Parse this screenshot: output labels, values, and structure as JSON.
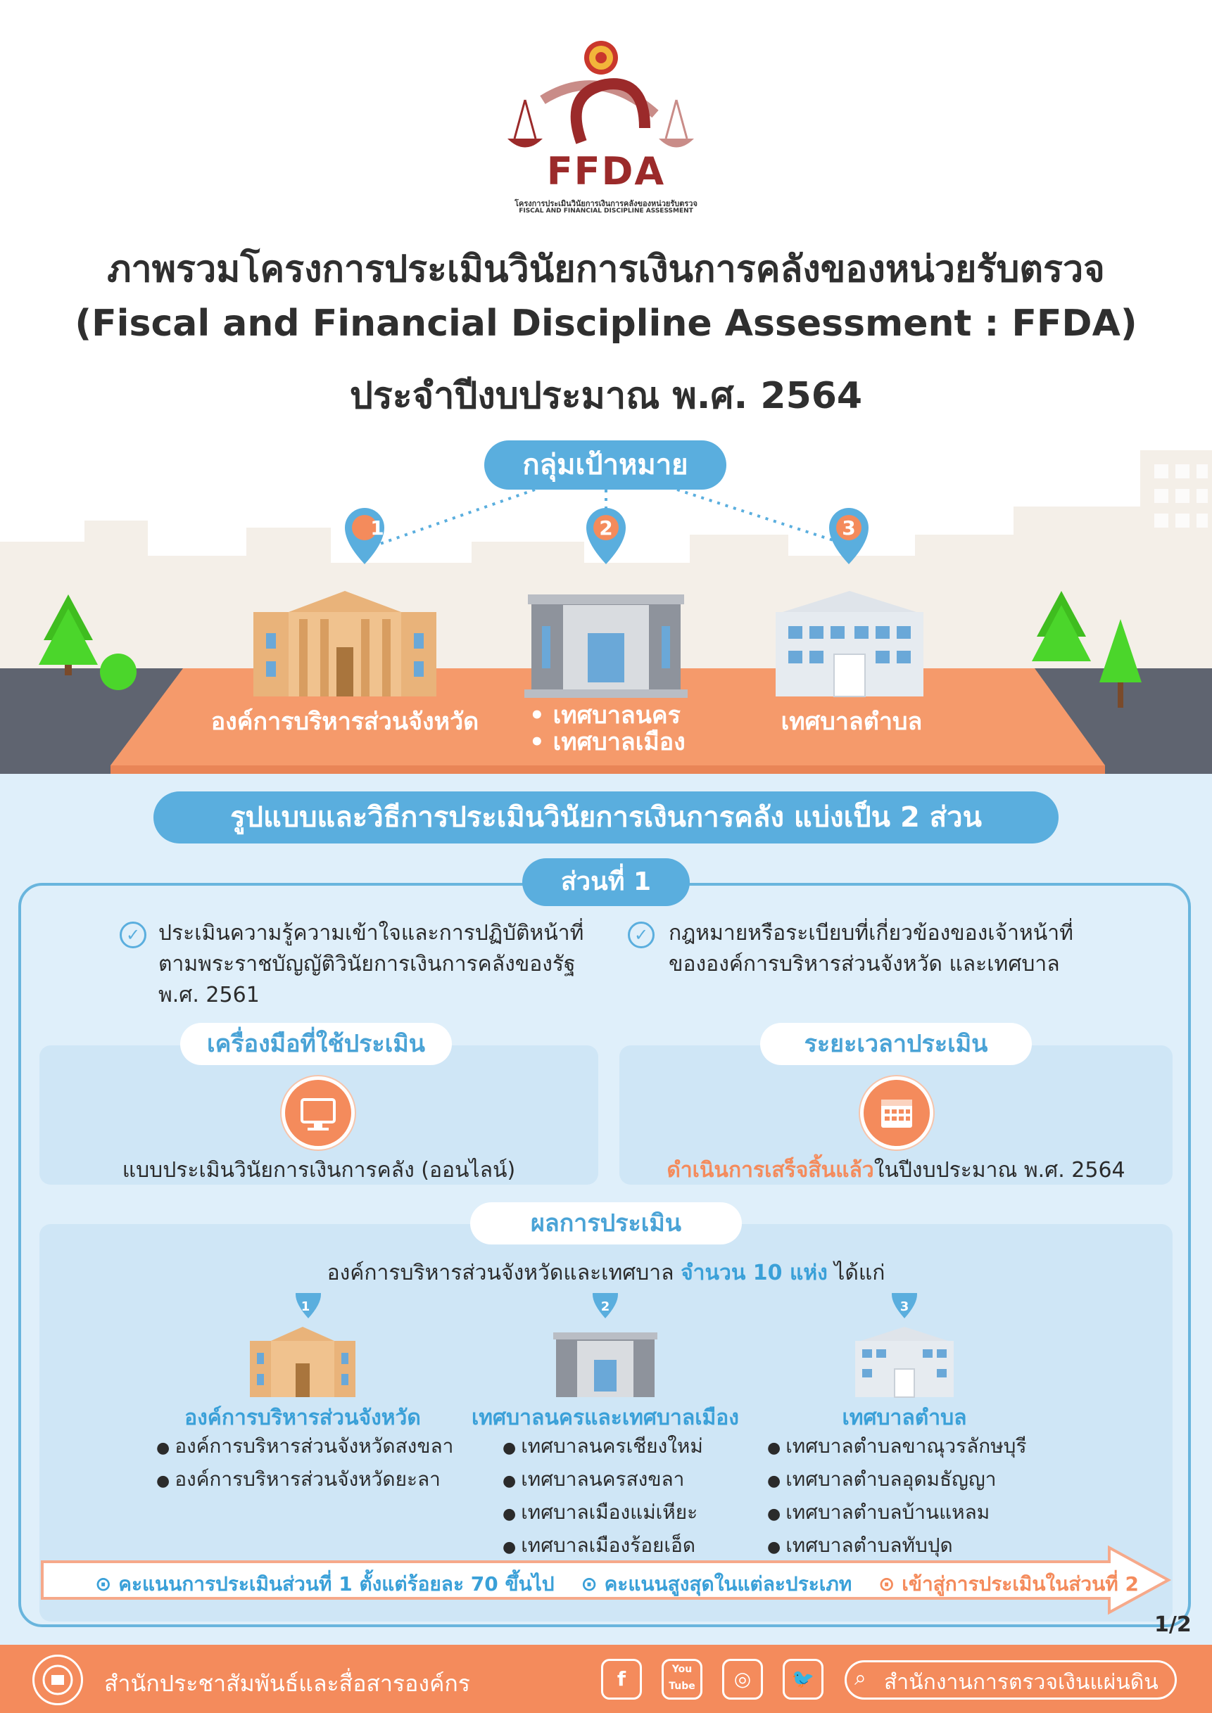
{
  "logo": {
    "abbr": "FFDA",
    "thai_caption": "โครงการประเมินวินัยการเงินการคลังของหน่วยรับตรวจ",
    "eng_caption": "FISCAL AND FINANCIAL DISCIPLINE ASSESSMENT"
  },
  "header": {
    "line1": "ภาพรวมโครงการประเมินวินัยการเงินการคลังของหน่วยรับตรวจ",
    "line2": "(Fiscal and Financial Discipline Assessment : FFDA)",
    "line3": "ประจำปีงบประมาณ พ.ศ. 2564"
  },
  "targets": {
    "title": "กลุ่มเป้าหมาย",
    "items": [
      {
        "num": "1",
        "label": "องค์การบริหารส่วนจังหวัด"
      },
      {
        "num": "2",
        "label_a": "• เทศบาลนคร",
        "label_b": "• เทศบาลเมือง"
      },
      {
        "num": "3",
        "label": "เทศบาลตำบล"
      }
    ]
  },
  "method": {
    "title": "รูปแบบและวิธีการประเมินวินัยการเงินการคลัง แบ่งเป็น 2 ส่วน",
    "part_label": "ส่วนที่ 1",
    "point1": [
      "ประเมินความรู้ความเข้าใจและการปฏิบัติหน้าที่",
      "ตามพระราชบัญญัติวินัยการเงินการคลังของรัฐ",
      "พ.ศ. 2561"
    ],
    "point2": [
      "กฎหมายหรือระเบียบที่เกี่ยวข้องของเจ้าหน้าที่",
      "ขององค์การบริหารส่วนจังหวัด และเทศบาล"
    ],
    "tool_title": "เครื่องมือที่ใช้ประเมิน",
    "tool_text": "แบบประเมินวินัยการเงินการคลัง (ออนไลน์)",
    "period_title": "ระยะเวลาประเมิน",
    "period_highlight": "ดำเนินการเสร็จสิ้นแล้ว",
    "period_rest": "ในปีงบประมาณ พ.ศ. 2564"
  },
  "results": {
    "title": "ผลการประเมิน",
    "intro_a": "องค์การบริหารส่วนจังหวัดและเทศบาล ",
    "intro_b": "จำนวน 10 แห่ง",
    "intro_c": " ได้แก่",
    "columns": [
      {
        "num": "1",
        "title": "องค์การบริหารส่วนจังหวัด",
        "items": [
          "องค์การบริหารส่วนจังหวัดสงขลา",
          "องค์การบริหารส่วนจังหวัดยะลา"
        ]
      },
      {
        "num": "2",
        "title": "เทศบาลนครและเทศบาลเมือง",
        "items": [
          "เทศบาลนครเชียงใหม่",
          "เทศบาลนครสงขลา",
          "เทศบาลเมืองแม่เหียะ",
          "เทศบาลเมืองร้อยเอ็ด"
        ]
      },
      {
        "num": "3",
        "title": "เทศบาลตำบล",
        "items": [
          "เทศบาลตำบลขาณุวรลักษบุรี",
          "เทศบาลตำบลอุดมธัญญา",
          "เทศบาลตำบลบ้านแหลม",
          "เทศบาลตำบลทับปุด"
        ]
      }
    ]
  },
  "criteria": {
    "c1": "คะแนนการประเมินส่วนที่ 1 ตั้งแต่ร้อยละ 70  ขึ้นไป",
    "c2": "คะแนนสูงสุดในแต่ละประเภท",
    "c3": "เข้าสู่การประเมินในส่วนที่ 2"
  },
  "page": {
    "number": "1/2"
  },
  "footer": {
    "org": "สำนักประชาสัมพันธ์และสื่อสารองค์กร",
    "social": [
      "f",
      "You Tube",
      "◎",
      "🐦"
    ],
    "search": "สำนักงานการตรวจเงินแผ่นดิน"
  },
  "colors": {
    "blue": "#5aaede",
    "orange": "#f48b5c",
    "panel": "#dfeffa",
    "maroon": "#9b2a2a"
  }
}
